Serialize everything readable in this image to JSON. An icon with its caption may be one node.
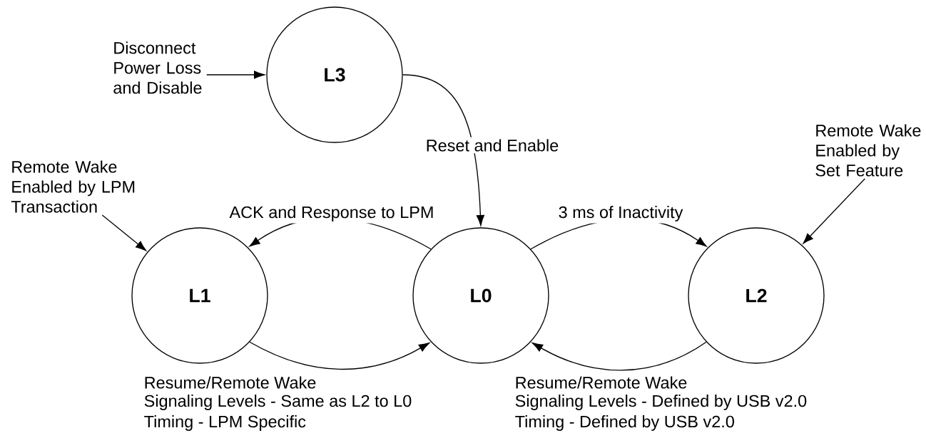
{
  "diagram": {
    "nodes": [
      {
        "text": [
          "Disconnect Power Loss and Disable"
        ]
      },
      {
        "text": [
          "L3"
        ]
      },
      {
        "text": [
          "Remote Wake Enabled by LPM Transaction"
        ]
      },
      {
        "text": [
          "Remote Wake Enabled by Set Feature"
        ]
      },
      {
        "text": [
          "L1"
        ]
      },
      {
        "text": [
          "L0"
        ]
      },
      {
        "text": [
          "L2"
        ]
      }
    ],
    "edges": [
      {
        "from": 0,
        "to": 1,
        "arrow": "to"
      },
      {
        "from": 2,
        "to": 4,
        "arrow": "to"
      },
      {
        "from": 3,
        "to": 6,
        "arrow": "to"
      },
      {
        "from": 1,
        "to": 5,
        "arrow": "to",
        "label": "Reset and Enable"
      },
      {
        "from": 5,
        "to": 4,
        "arrow": "to",
        "label": "ACK and Response to LPM"
      },
      {
        "from": 5,
        "to": 6,
        "arrow": "to",
        "label": "3 ms of Inactivity"
      },
      {
        "from": 4,
        "to": 5,
        "arrow": "to"
      },
      {
        "from": 6,
        "to": 5,
        "arrow": "to"
      }
    ],
    "labels": [
      "Resume/Remote Wake",
      "Signaling Levels - Same as L2 to L0",
      "Timing - LPM Specific",
      "Resume/Remote Wake",
      "Signaling Levels - Defined by USB v2.0",
      "Timing - Defined by USB v2.0"
    ]
  }
}
